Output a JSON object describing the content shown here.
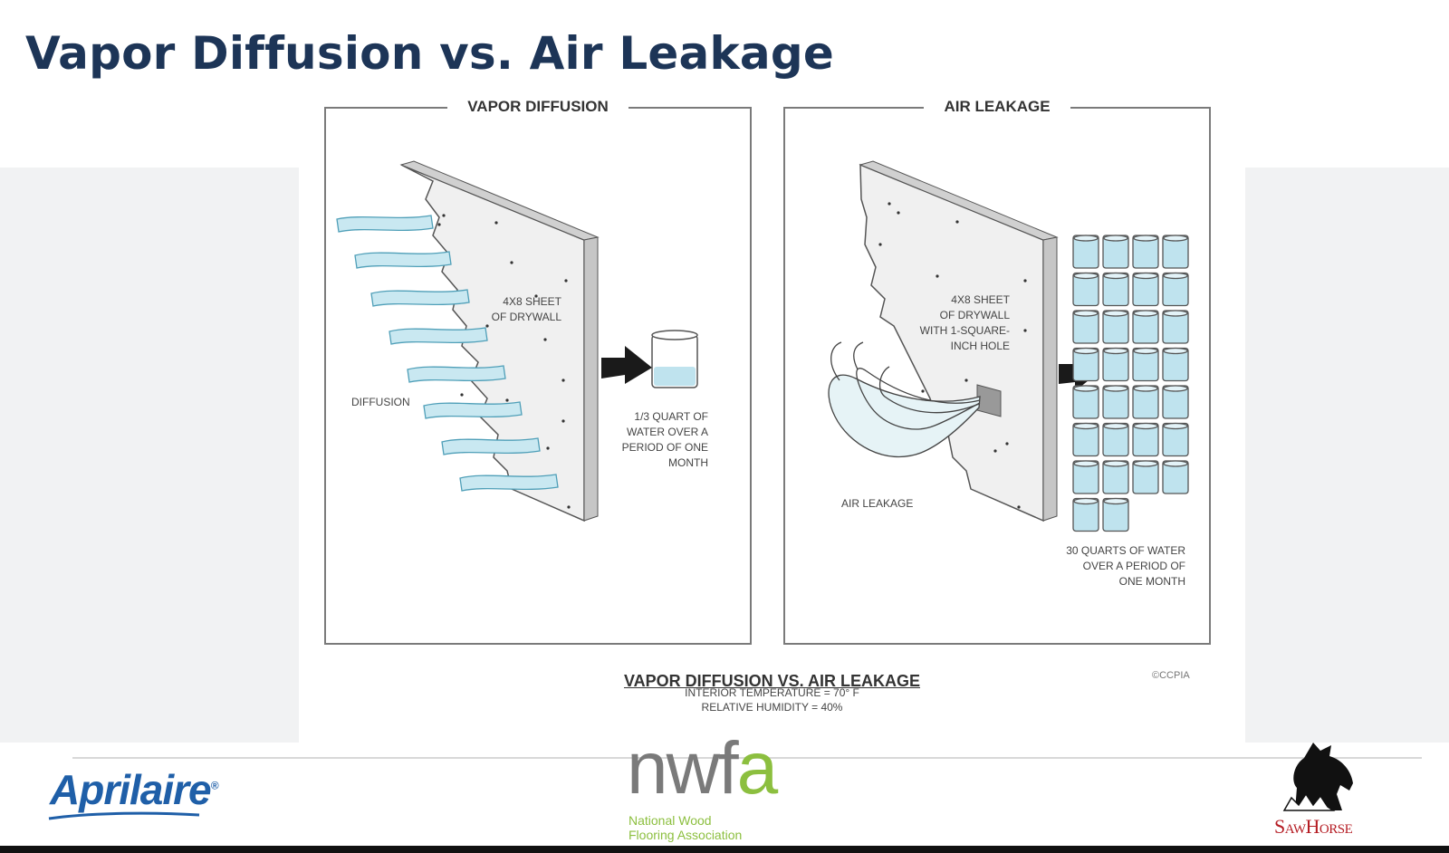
{
  "slide_title": "Vapor Diffusion vs. Air Leakage",
  "left_panel": {
    "title": "VAPOR DIFFUSION",
    "sheet_label_line1": "4x8 SHEET",
    "sheet_label_line2": "OF DRYWALL",
    "process_label": "DIFFUSION",
    "result_line1": "1/3 QUART OF",
    "result_line2": "WATER OVER A",
    "result_line3": "PERIOD OF ONE",
    "result_line4": "MONTH"
  },
  "right_panel": {
    "title": "AIR LEAKAGE",
    "sheet_label_line1": "4x8 SHEET",
    "sheet_label_line2": "OF DRYWALL",
    "sheet_label_line3": "WITH 1-SQUARE-",
    "sheet_label_line4": "INCH HOLE",
    "process_label": "AIR LEAKAGE",
    "result_line1": "30 QUARTS OF WATER",
    "result_line2": "OVER A PERIOD OF",
    "result_line3": "ONE MONTH",
    "quart_count": 30
  },
  "figure_caption": "VAPOR DIFFUSION VS. AIR LEAKAGE",
  "conditions_line1": "INTERIOR TEMPERATURE = 70° F",
  "conditions_line2": "RELATIVE HUMIDITY = 40%",
  "credit": "©CCPIA",
  "logos": {
    "aprilaire": "Aprilaire",
    "nwfa_mark_nw": "nw",
    "nwfa_mark_f": "f",
    "nwfa_mark_a": "a",
    "nwfa_name_line1": "National Wood",
    "nwfa_name_line2": "Flooring Association",
    "sawhorse": "SawHorse"
  },
  "colors": {
    "title": "#1d3557",
    "water": "#bfe3ee",
    "aprilaire": "#1f5fa8",
    "nwfa_green": "#8cbf3f",
    "sawhorse_red": "#b51d24"
  }
}
